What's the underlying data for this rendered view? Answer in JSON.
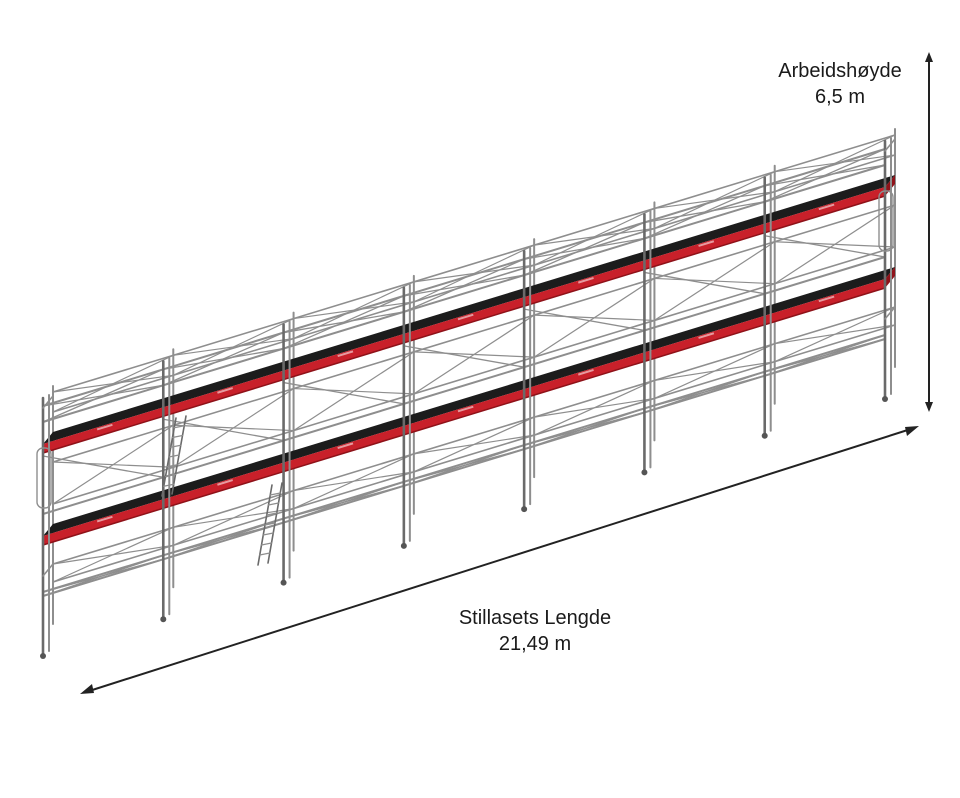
{
  "height_dimension": {
    "label": "Arbeidshøyde",
    "value": "6,5 m"
  },
  "length_dimension": {
    "label": "Stillasets Lengde",
    "value": "21,49 m"
  },
  "scaffold": {
    "bays": 7,
    "deck_levels": 2,
    "deck_brand_text": "WWW.STILLAS.COM",
    "colors": {
      "frame": "#8e8e8e",
      "frame_dark": "#6a6a6a",
      "deck_top": "#1c1c1c",
      "toe_board": "#c8202a",
      "toe_board_dark": "#8f1219",
      "dimension_line": "#222222"
    }
  }
}
